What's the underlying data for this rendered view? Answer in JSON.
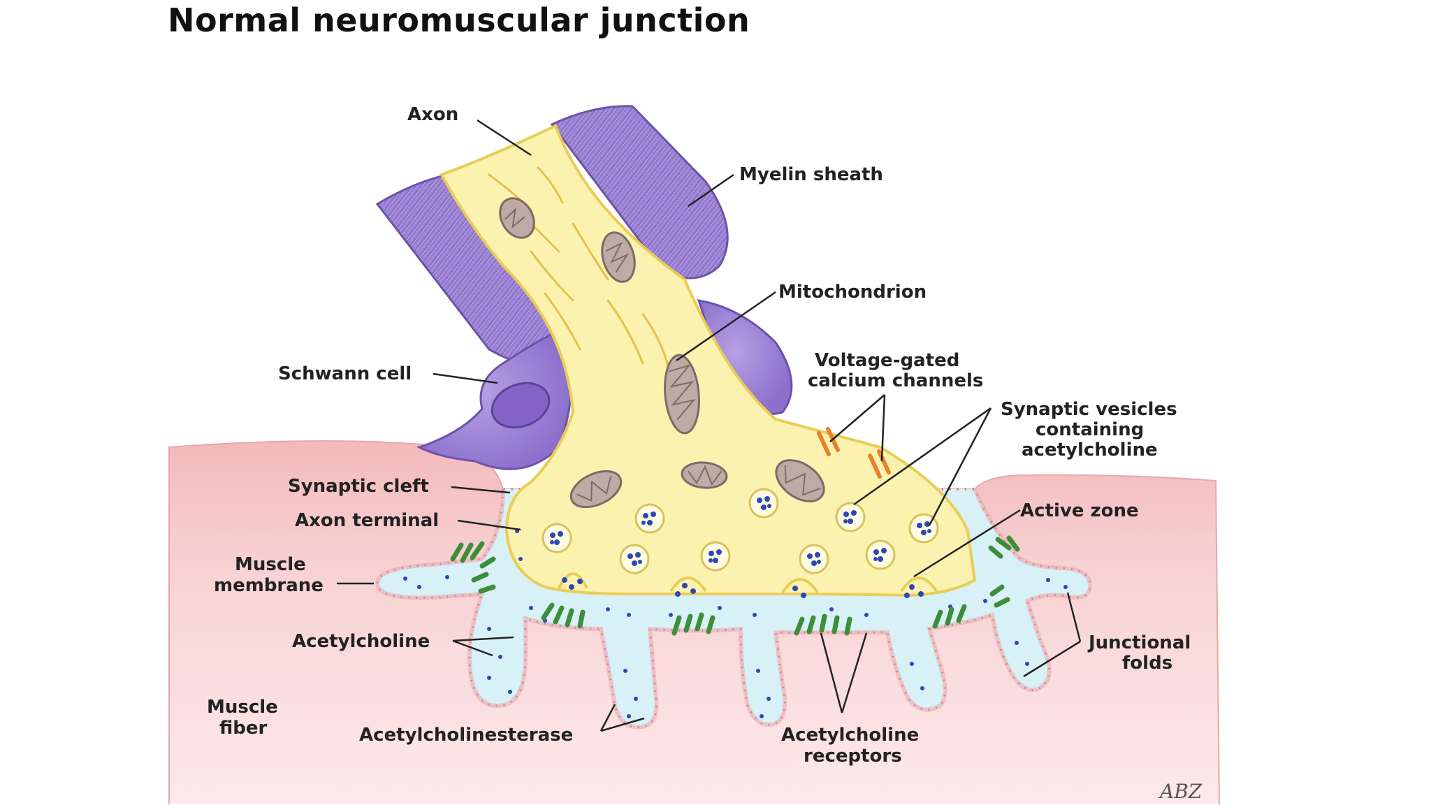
{
  "title": "Normal neuromuscular junction",
  "labels": {
    "axon": "Axon",
    "myelin_sheath": "Myelin sheath",
    "mitochondrion": "Mitochondrion",
    "schwann_cell": "Schwann cell",
    "vgcc_1": "Voltage-gated",
    "vgcc_2": "calcium channels",
    "vesicles_1": "Synaptic vesicles",
    "vesicles_2": "containing",
    "vesicles_3": "acetylcholine",
    "synaptic_cleft": "Synaptic cleft",
    "axon_terminal": "Axon terminal",
    "active_zone": "Active zone",
    "muscle_membrane_1": "Muscle",
    "muscle_membrane_2": "membrane",
    "acetylcholine": "Acetylcholine",
    "junctional_folds_1": "Junctional",
    "junctional_folds_2": "folds",
    "muscle_fiber_1": "Muscle",
    "muscle_fiber_2": "fiber",
    "acetylcholinesterase": "Acetylcholinesterase",
    "ach_receptors_1": "Acetylcholine",
    "ach_receptors_2": "receptors"
  },
  "signature": "ABZ",
  "colors": {
    "muscle": "#f6c9cb",
    "muscle_edge": "#e7a3a8",
    "cleft": "#d7f1f7",
    "axon": "#fbf2b0",
    "axon_edge": "#e9cd55",
    "myelin": "#9a7fd0",
    "myelin_edge": "#6b53a8",
    "mitochondrion": "#bfaaa5",
    "receptor": "#3e8d3a",
    "ach_dot": "#2d48b5",
    "esterase": "#c2233a",
    "channel": "#e8812a"
  }
}
